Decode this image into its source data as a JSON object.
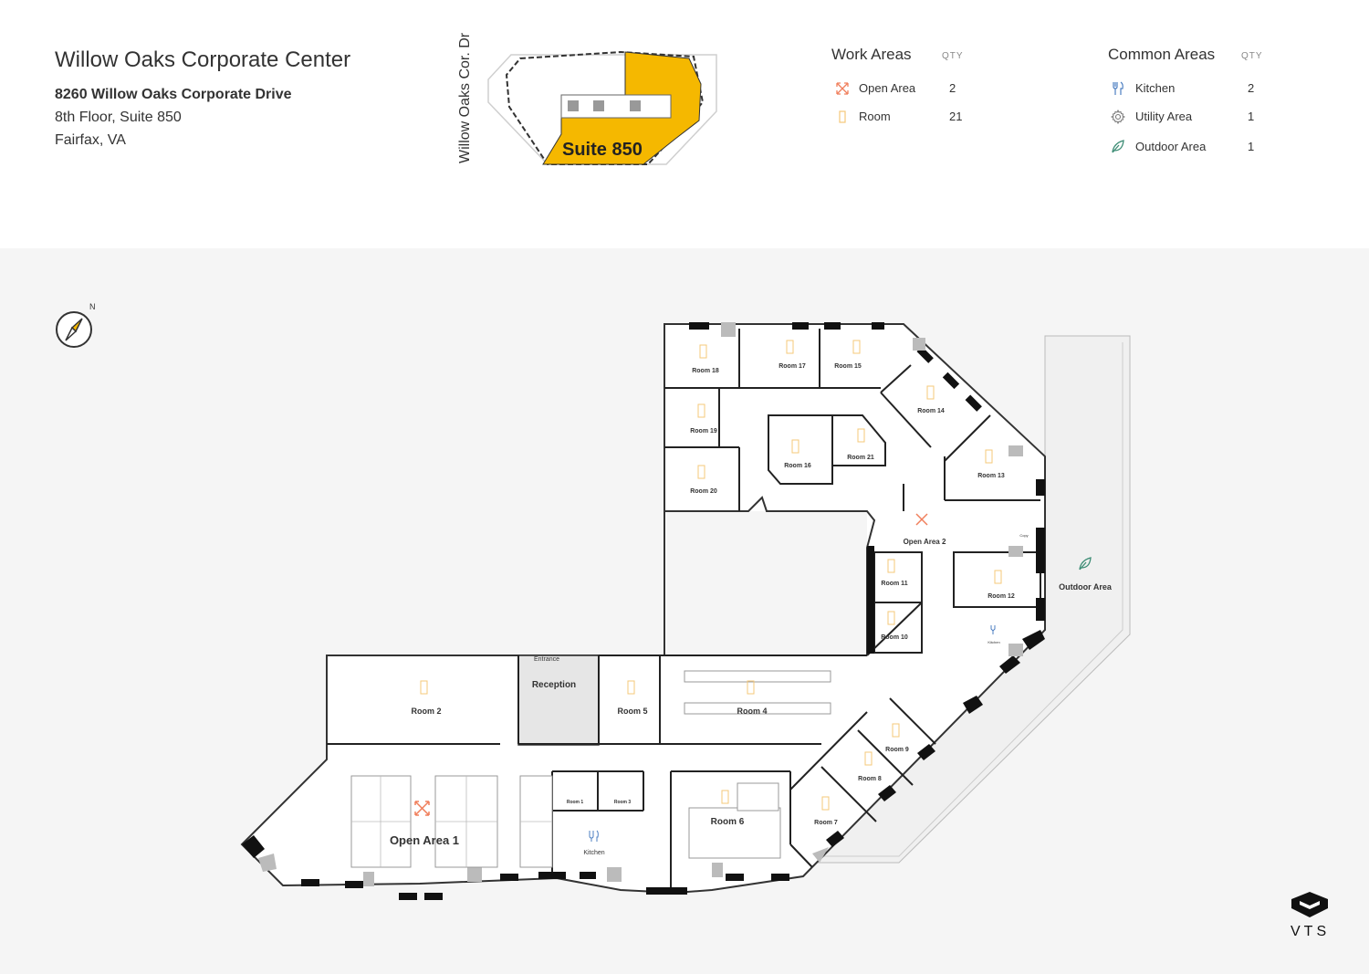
{
  "building": {
    "name": "Willow Oaks Corporate Center",
    "address": "8260 Willow Oaks Corporate Drive",
    "floor_suite": "8th Floor, Suite 850",
    "city": "Fairfax, VA"
  },
  "keyplan": {
    "street": "Willow Oaks Cor. Dr",
    "suite_label": "Suite 850",
    "highlight_color": "#F5B800"
  },
  "work_areas": {
    "heading": "Work Areas",
    "qty_label": "QTY",
    "items": [
      {
        "label": "Open Area",
        "qty": "2",
        "icon": "open-area-icon"
      },
      {
        "label": "Room",
        "qty": "21",
        "icon": "room-icon"
      }
    ]
  },
  "common_areas": {
    "heading": "Common Areas",
    "qty_label": "QTY",
    "items": [
      {
        "label": "Kitchen",
        "qty": "2",
        "icon": "kitchen-icon"
      },
      {
        "label": "Utility Area",
        "qty": "1",
        "icon": "utility-icon"
      },
      {
        "label": "Outdoor Area",
        "qty": "1",
        "icon": "leaf-icon"
      }
    ]
  },
  "compass": {
    "north": "N"
  },
  "rooms": {
    "room2": "Room 2",
    "reception": "Reception",
    "entrance": "Entrance",
    "room5": "Room 5",
    "room4": "Room 4",
    "open1": "Open Area 1",
    "room1": "Room 1",
    "room3": "Room 3",
    "kitchen1": "Kitchen",
    "room6": "Room 6",
    "room7": "Room 7",
    "room8": "Room 8",
    "room9": "Room 9",
    "room10": "Room 10",
    "room11": "Room 11",
    "room12": "Room 12",
    "open2": "Open Area 2",
    "copy": "Copy",
    "kitchen2": "Kitchen",
    "room13": "Room 13",
    "room14": "Room 14",
    "room15": "Room 15",
    "room16": "Room 16",
    "room17": "Room 17",
    "room18": "Room 18",
    "room19": "Room 19",
    "room20": "Room 20",
    "room21": "Room 21",
    "outdoor": "Outdoor Area"
  },
  "brand": {
    "name": "VTS"
  },
  "colors": {
    "accent_open_area": "#F07F5C",
    "room_icon": "#F5C87A",
    "leaf": "#3C8C74",
    "kitchen_icon": "#4D7FC2"
  }
}
